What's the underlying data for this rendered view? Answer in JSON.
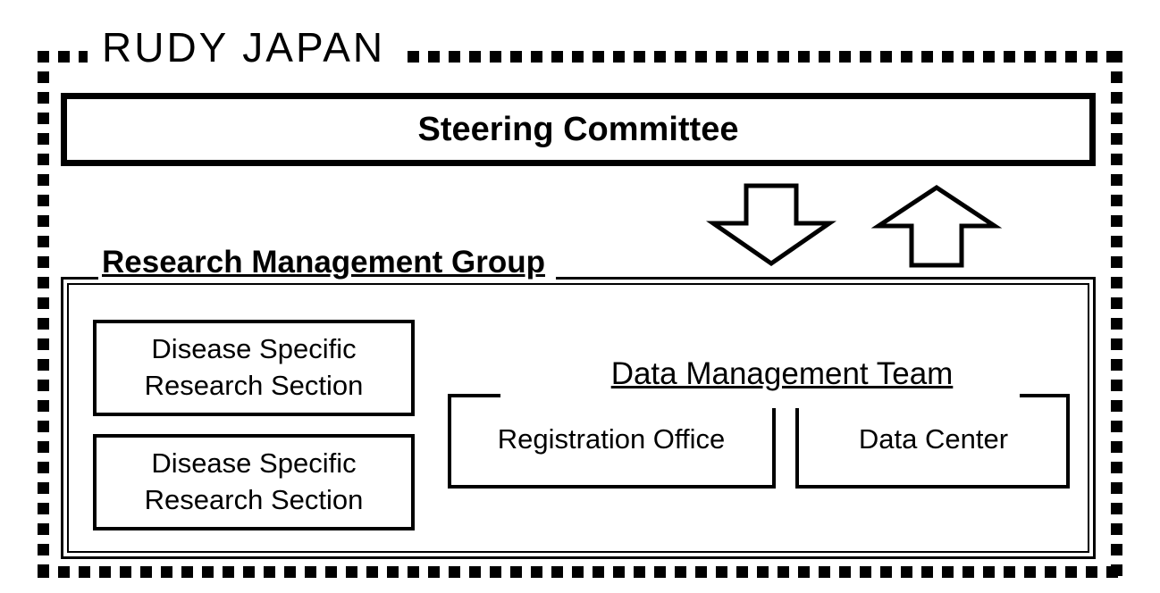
{
  "diagram": {
    "title": "RUDY JAPAN",
    "steering_committee": {
      "label": "Steering Committee"
    },
    "research_management_group": {
      "label": "Research Management Group",
      "disease_sections": [
        {
          "line1": "Disease Specific",
          "line2": "Research Section"
        },
        {
          "line1": "Disease Specific",
          "line2": "Research Section"
        }
      ],
      "data_management_team": {
        "title": "Data Management Team",
        "registration_office": "Registration Office",
        "data_center": "Data Center"
      }
    },
    "arrows": {
      "down": "down-block-arrow",
      "up": "up-block-arrow"
    },
    "colors": {
      "line": "#000000",
      "background": "#ffffff"
    }
  }
}
